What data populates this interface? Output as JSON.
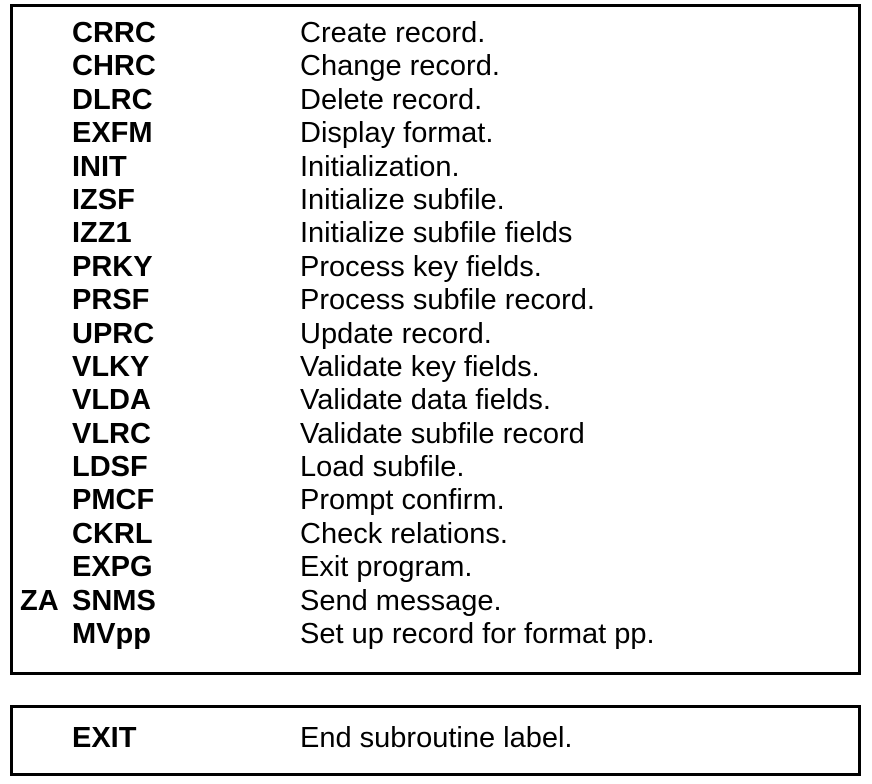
{
  "colors": {
    "background": "#ffffff",
    "border": "#000000",
    "text": "#000000"
  },
  "subroutine_table": {
    "rows": [
      {
        "prefix": "",
        "code": "CRRC",
        "description": "Create record."
      },
      {
        "prefix": "",
        "code": "CHRC",
        "description": "Change record."
      },
      {
        "prefix": "",
        "code": "DLRC",
        "description": "Delete record."
      },
      {
        "prefix": "",
        "code": "EXFM",
        "description": "Display format."
      },
      {
        "prefix": "",
        "code": "INIT",
        "description": "Initialization."
      },
      {
        "prefix": "",
        "code": "IZSF",
        "description": "Initialize subfile."
      },
      {
        "prefix": "",
        "code": "IZZ1",
        "description": "Initialize subfile fields"
      },
      {
        "prefix": "",
        "code": "PRKY",
        "description": "Process key fields."
      },
      {
        "prefix": "",
        "code": "PRSF",
        "description": "Process subfile record."
      },
      {
        "prefix": "",
        "code": "UPRC",
        "description": "Update record."
      },
      {
        "prefix": "",
        "code": "VLKY",
        "description": "Validate key fields."
      },
      {
        "prefix": "",
        "code": "VLDA",
        "description": "Validate data fields."
      },
      {
        "prefix": "",
        "code": "VLRC",
        "description": "Validate subfile record"
      },
      {
        "prefix": "",
        "code": "LDSF",
        "description": "Load subfile."
      },
      {
        "prefix": "",
        "code": "PMCF",
        "description": "Prompt confirm."
      },
      {
        "prefix": "",
        "code": "CKRL",
        "description": "Check relations."
      },
      {
        "prefix": "",
        "code": "EXPG",
        "description": "Exit program."
      },
      {
        "prefix": "ZA",
        "code": "SNMS",
        "description": "Send message."
      },
      {
        "prefix": "",
        "code": "MVpp",
        "description": "Set up record for format pp."
      }
    ]
  },
  "exit_table": {
    "rows": [
      {
        "prefix": "",
        "code": "EXIT",
        "description": "End subroutine label."
      }
    ]
  }
}
